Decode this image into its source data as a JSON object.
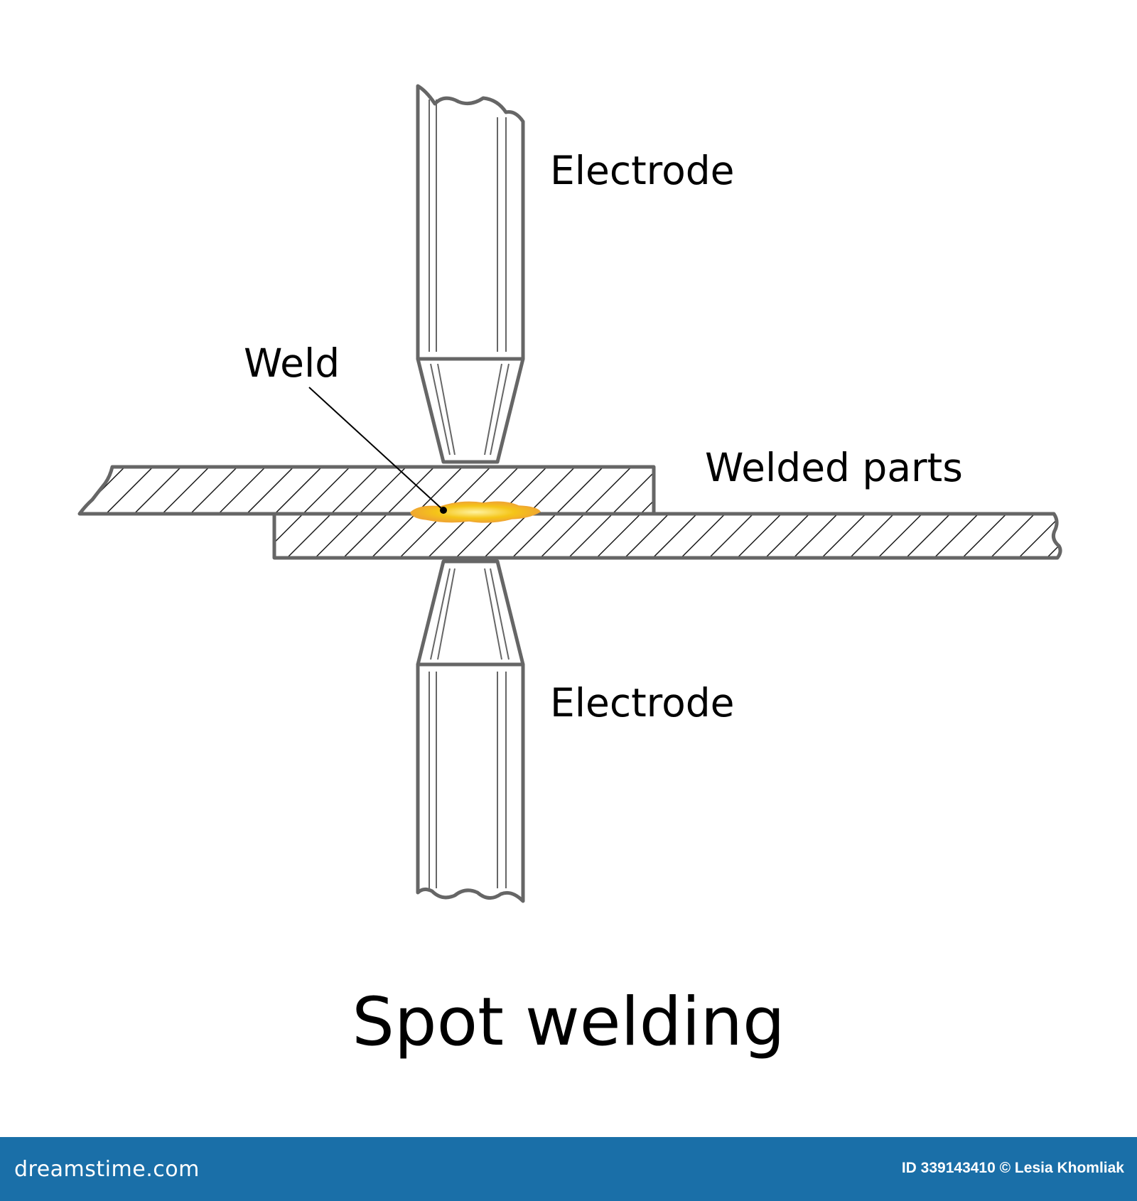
{
  "labels": {
    "electrode_top": "Electrode",
    "weld": "Weld",
    "welded_parts": "Welded parts",
    "electrode_bottom": "Electrode",
    "title": "Spot welding"
  },
  "footer": {
    "brand": "dreamstime.com",
    "credit": "ID 339143410 © Lesia Khomliak"
  },
  "colors": {
    "outline": "#666666",
    "hatch": "#1a1a1a",
    "weld": "#f5c518",
    "footer_bg": "#1a6fa8"
  }
}
